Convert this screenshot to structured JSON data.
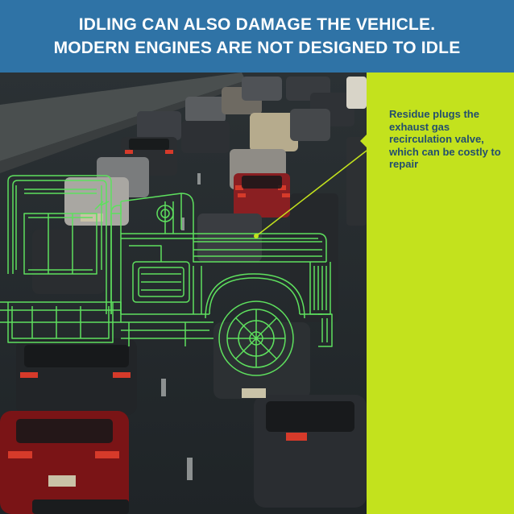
{
  "header": {
    "line1": "IDLING CAN ALSO DAMAGE THE VEHICLE.",
    "line2": "MODERN ENGINES ARE NOT DESIGNED TO IDLE"
  },
  "callout": {
    "text": "Residue plugs the exhaust gas recirculation valve, which can be costly to repair"
  },
  "colors": {
    "header_bg": "#2f73a6",
    "sidebar_bg": "#c3e21d",
    "wireframe": "#5ee05e",
    "callout_text": "#234e6e"
  },
  "icons": {
    "vehicle": "wireframe-jeep-icon",
    "traffic": "traffic-photo"
  }
}
